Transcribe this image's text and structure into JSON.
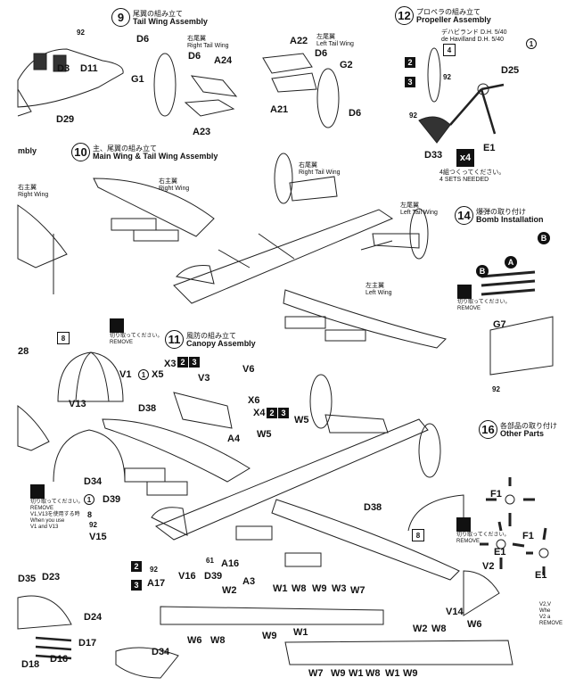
{
  "steps": {
    "s9": {
      "num": "9",
      "jp": "尾翼の組み立て",
      "en": "Tail Wing Assembly"
    },
    "s10": {
      "num": "10",
      "jp": "主、尾翼の組み立て",
      "en": "Main Wing & Tail Wing Assembly"
    },
    "s11": {
      "num": "11",
      "jp": "風防の組み立て",
      "en": "Canopy Assembly"
    },
    "s12": {
      "num": "12",
      "jp": "プロペラの組み立て",
      "en": "Propeller Assembly"
    },
    "s14": {
      "num": "14",
      "jp": "爆弾の取り付け",
      "en": "Bomb Installation"
    },
    "s16": {
      "num": "16",
      "jp": "各部品の取り付け",
      "en": "Other Parts"
    }
  },
  "parts": {
    "D3": "D3",
    "D11": "D11",
    "D29": "D29",
    "D6": "D6",
    "G1": "G1",
    "A24": "A24",
    "A23": "A23",
    "A22": "A22",
    "G2": "G2",
    "A21": "A21",
    "D25": "D25",
    "D33": "D33",
    "E1": "E1",
    "V1": "V1",
    "V3": "V3",
    "V6": "V6",
    "X3": "X3",
    "X5": "X5",
    "X6": "X6",
    "X4": "X4",
    "A4": "A4",
    "W5": "W5",
    "D38": "D38",
    "V13": "V13",
    "D34": "D34",
    "D39": "D39",
    "V15": "V15",
    "A16": "A16",
    "A17": "A17",
    "V16": "V16",
    "A3": "A3",
    "W1": "W1",
    "W2": "W2",
    "W3": "W3",
    "W6": "W6",
    "W7": "W7",
    "W8": "W8",
    "W9": "W9",
    "V2": "V2",
    "V14": "V14",
    "F1": "F1",
    "G7": "G7",
    "D35": "D35",
    "D23": "D23",
    "D24": "D24",
    "D17": "D17",
    "D16": "D16",
    "D18": "D18",
    "n92": "92",
    "n8": "8",
    "n4": "4",
    "n28": "28",
    "n61": "61"
  },
  "labels": {
    "right_tail": "右尾翼",
    "right_tail_en": "Right Tail Wing",
    "left_tail": "左尾翼",
    "left_tail_en": "Left Tail Wing",
    "right_wing": "右主翼",
    "right_wing_en": "Right Wing",
    "left_wing": "左主翼",
    "left_wing_en": "Left Wing",
    "dehavilland_jp": "デハビランド D.H. 5/40",
    "dehavilland_en": "de Havilland D.H. 5/40",
    "x4": "x4",
    "sets_jp": "4組つくってください。",
    "sets_en": "4 SETS NEEDED",
    "remove_jp": "切り取ってください。",
    "remove_en": "REMOVE",
    "use_jp": "V1,V13を使用する時",
    "use_en1": "When you use",
    "use_en2": "V1 and V13",
    "partial_sembly": "mbly",
    "partial_rwing": "右主翼",
    "partial_rwing_en": "Right Wing",
    "partial_v2": "V2,V",
    "partial_when": "Whe",
    "partial_v2b": "V2 a",
    "partial_remove": "REMOVE",
    "A": "A",
    "B": "B",
    "n2": "2",
    "n3": "3",
    "n1": "1"
  }
}
